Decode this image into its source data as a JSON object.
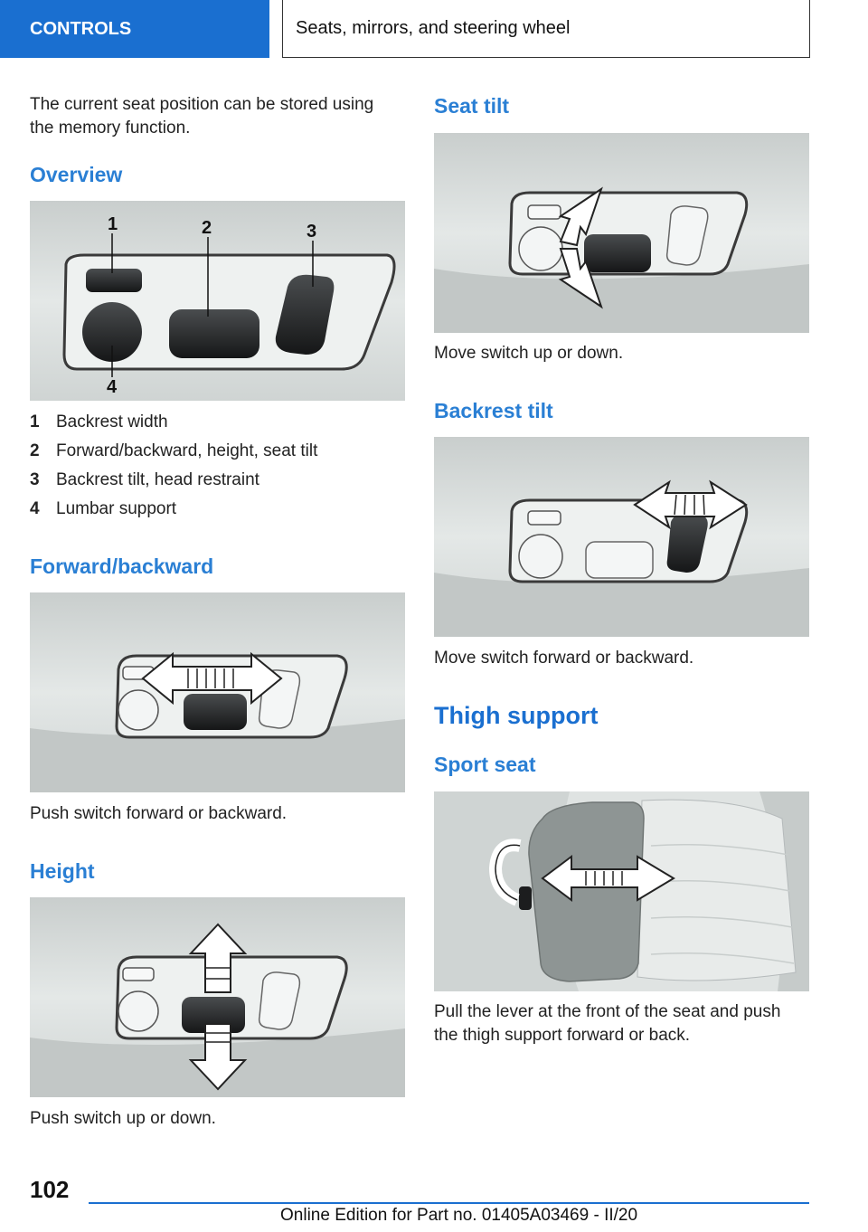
{
  "header": {
    "section": "CONTROLS",
    "chapter": "Seats, mirrors, and steering wheel"
  },
  "left": {
    "intro": [
      "The current seat position can be stored using",
      "the memory function."
    ],
    "overview_heading": "Overview",
    "callouts": [
      "1",
      "2",
      "3",
      "4"
    ],
    "legend": [
      {
        "num": "1",
        "text": "Backrest width"
      },
      {
        "num": "2",
        "text": "Forward/backward, height, seat tilt"
      },
      {
        "num": "3",
        "text": "Backrest tilt, head restraint"
      },
      {
        "num": "4",
        "text": "Lumbar support"
      }
    ],
    "forward_heading": "Forward/backward",
    "forward_text": "Push switch forward or backward.",
    "height_heading": "Height",
    "height_text": "Push switch up or down."
  },
  "right": {
    "seat_tilt_heading": "Seat tilt",
    "seat_tilt_text": "Move switch up or down.",
    "backrest_heading": "Backrest tilt",
    "backrest_text": "Move switch forward or backward.",
    "thigh_heading": "Thigh support",
    "sport_heading": "Sport seat",
    "sport_text": [
      "Pull the lever at the front of the seat and push",
      "the thigh support forward or back."
    ]
  },
  "footer": {
    "page": "102",
    "edition": "Online Edition for Part no. 01405A03469 - II/20"
  },
  "colors": {
    "brand": "#1a6fd0",
    "heading": "#2a7fd4"
  }
}
